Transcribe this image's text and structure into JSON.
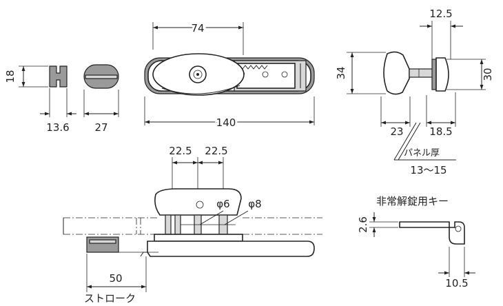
{
  "labels": {
    "width_74": "74",
    "height_18": "18",
    "width_13_6": "13.6",
    "width_27": "27",
    "length_140": "140",
    "knob_12_5": "12.5",
    "knob_34": "34",
    "knob_30": "30",
    "knob_23": "23",
    "knob_18_5": "18.5",
    "panel_thickness": "パネル厚",
    "panel_range": "13〜15",
    "offset_a": "22.5",
    "offset_b": "22.5",
    "dia_6": "φ6",
    "dia_8": "φ8",
    "stroke_50": "50",
    "stroke_label": "ストローク",
    "key_title": "非常解錠用キー",
    "key_2_6": "2.6",
    "key_10_5": "10.5"
  }
}
